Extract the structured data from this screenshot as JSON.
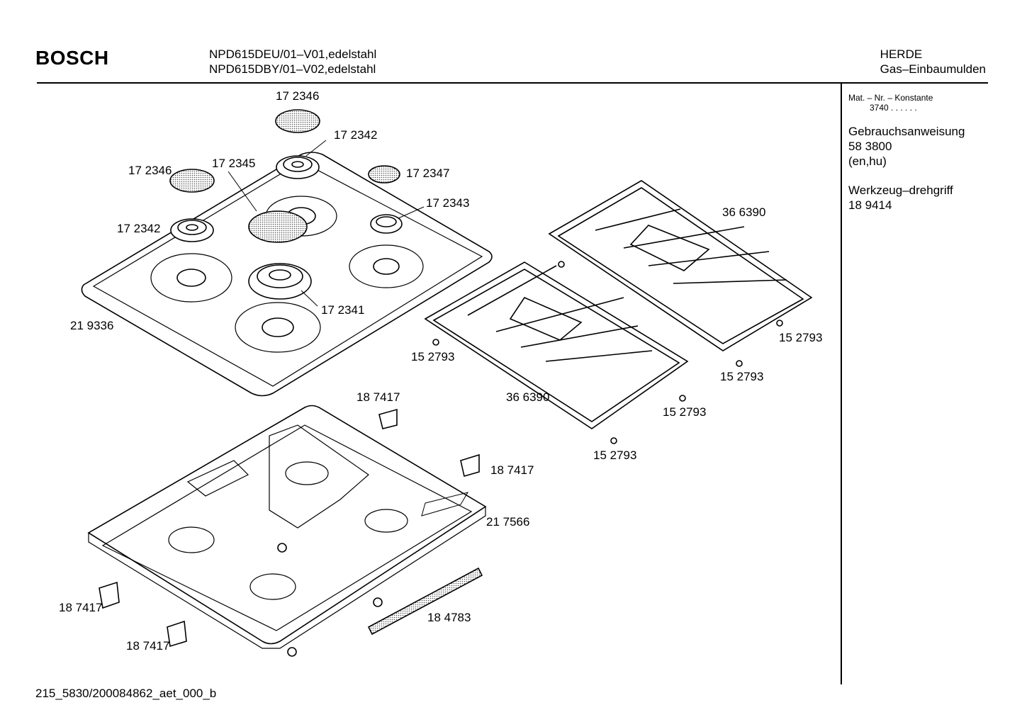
{
  "header": {
    "brand": "BOSCH",
    "models": [
      "NPD615DEU/01–V01,edelstahl",
      "NPD615DBY/01–V02,edelstahl"
    ],
    "category": "HERDE",
    "subcategory": "Gas–Einbaumulden"
  },
  "sidebar": {
    "mat_label": "Mat. – Nr. – Konstante",
    "mat_value": "3740  .  .    .  .  .  .",
    "manual_title": "Gebrauchsanweisung",
    "manual_number": "58 3800",
    "manual_langs": "(en,hu)",
    "tool_title": "Werkzeug–drehgriff",
    "tool_number": "18 9414"
  },
  "parts": {
    "p01": "17 2346",
    "p02": "17 2342",
    "p03": "17 2346",
    "p04": "17 2345",
    "p05": "17 2347",
    "p06": "17 2343",
    "p07": "17 2342",
    "p08": "17 2341",
    "p09": "21 9336",
    "p10": "36 6390",
    "p11": "15 2793",
    "p12": "15 2793",
    "p13": "15 2793",
    "p14": "36 6390",
    "p15": "15 2793",
    "p16": "15 2793",
    "p17": "18 7417",
    "p18": "18 7417",
    "p19": "21 7566",
    "p20": "18 7417",
    "p21": "18 7417",
    "p22": "18 4783"
  },
  "footer": {
    "code": "215_5830/200084862_aet_000_b"
  },
  "colors": {
    "ink": "#000000",
    "paper": "#ffffff",
    "stipple": "#bdbdbd"
  }
}
